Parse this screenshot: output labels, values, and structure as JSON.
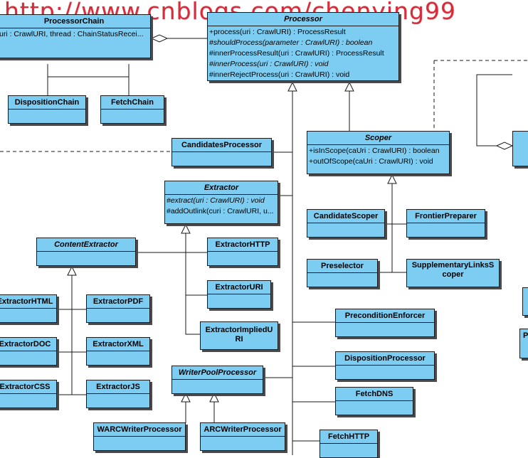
{
  "watermark": "http://www.cnblogs.com/chenying99",
  "processor_chain": {
    "name": "ProcessorChain",
    "ops": [
      "uri : CrawlURI, thread : ChainStatusRecei..."
    ]
  },
  "processor": {
    "name": "Processor",
    "ops": [
      {
        "text": "+process(uri : CrawlURI) : ProcessResult",
        "abstract": false
      },
      {
        "text": "#shouldProcess(parameter : CrawlURI) : boolean",
        "abstract": true
      },
      {
        "text": "#innerProcessResult(uri : CrawlURI) : ProcessResult",
        "abstract": false
      },
      {
        "text": "#innerProcess(uri : CrawlURI) : void",
        "abstract": true
      },
      {
        "text": "#innerRejectProcess(uri : CrawlURI) : void",
        "abstract": false
      }
    ]
  },
  "scoper": {
    "name": "Scoper",
    "ops": [
      {
        "text": "+isInScope(caUri : CrawlURI) : boolean",
        "abstract": false
      },
      {
        "text": "+outOfScope(caUri : CrawlURI) : void",
        "abstract": false
      }
    ]
  },
  "extractor": {
    "name": "Extractor",
    "ops": [
      {
        "text": "#extract(uri : CrawlURI) : void",
        "abstract": true
      },
      {
        "text": "#addOutlink(curi : CrawlURI, u...",
        "abstract": false
      }
    ]
  },
  "classes": {
    "disposition_chain": "DispositionChain",
    "fetch_chain": "FetchChain",
    "candidates_processor": "CandidatesProcessor",
    "content_extractor": "ContentExtractor",
    "extractor_http": "ExtractorHTTP",
    "extractor_uri": "ExtractorURI",
    "extractor_implied_uri_1": "ExtractorImpliedU",
    "extractor_implied_uri_2": "RI",
    "extractor_html": "ExtractorHTML",
    "extractor_pdf": "ExtractorPDF",
    "extractor_doc": "ExtractorDOC",
    "extractor_xml": "ExtractorXML",
    "extractor_css": "ExtractorCSS",
    "extractor_js": "ExtractorJS",
    "writer_pool_processor": "WriterPoolProcessor",
    "warc_writer_processor": "WARCWriterProcessor",
    "arc_writer_processor": "ARCWriterProcessor",
    "candidate_scoper": "CandidateScoper",
    "frontier_preparer": "FrontierPreparer",
    "preselector": "Preselector",
    "supplementary_links_scoper_1": "SupplementaryLinksS",
    "supplementary_links_scoper_2": "coper",
    "precondition_enforcer": "PreconditionEnforcer",
    "disposition_processor": "DispositionProcessor",
    "fetch_dns": "FetchDNS",
    "fetch_http": "FetchHTTP",
    "partial_right_bottom": "P"
  },
  "colors": {
    "class_fill": "#7dcdf2",
    "border": "#1a1a1a",
    "shadow": "#4a4a4a",
    "watermark": "#e11428"
  }
}
